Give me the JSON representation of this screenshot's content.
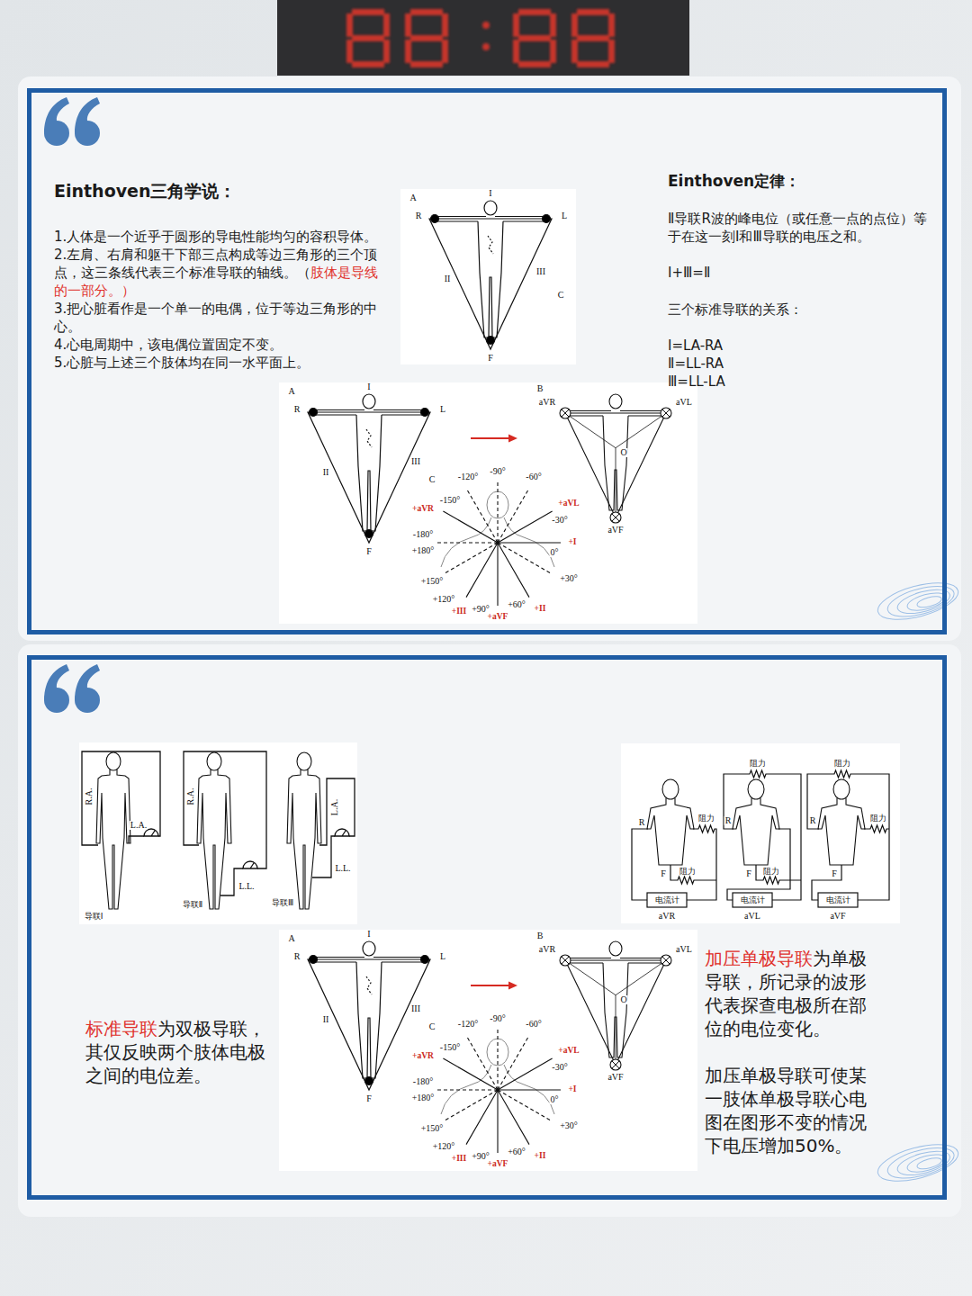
{
  "diagram": {
    "nodes": [
      {
        "text": [
          "Einthoven三角学说：",
          "1.人体是一个近乎于圆形的导电性能均匀的容积导体。",
          "2.左肩、右肩和躯干下部三点构成等边三角形的三个顶点，这三条线代表三个标准导联的轴线。（",
          "肢体是导线的一部分。）",
          "3.把心脏看作是一个单一的电偶，位于等边三角形的中心。",
          "4.心电周期中，该电偶位置固定不变。",
          "5.心脏与上述三个肢体均在同一水平面上。",
          "Einthoven定律：",
          "Ⅱ导联R波的峰电位（或任意一点的点位）等于在这一刻Ⅰ和Ⅲ导联的电压之和。",
          "Ⅰ+Ⅲ=Ⅱ",
          "三个标准导联的关系：",
          "Ⅰ=LA-RA",
          "Ⅱ=LL-RA",
          "Ⅲ=LL-LA"
        ]
      },
      {
        "text": [
          "标准导联",
          "为双极导联，其仅反映两个肢体电极之间的电位差。",
          "加压单极导联",
          "为单极导联，所记录的波形代表探查电极所在部位的电位变化。",
          "加压单极导联可使某一肢体单极导联心电图在图形不变的情况下电压增加50%。"
        ]
      }
    ],
    "labels": [
      "A",
      "I",
      "R",
      "L",
      "II",
      "III",
      "C",
      "F",
      "A",
      "I",
      "R",
      "L",
      "II",
      "III",
      "F",
      "B",
      "aVR",
      "aVL",
      "O",
      "aVF",
      "C",
      "-120°",
      "-90°",
      "-60°",
      "+aVR",
      "-150°",
      "+aVL",
      "-30°",
      "-180°",
      "+180°",
      "0°",
      "+I",
      "+150°",
      "+30°",
      "+120°",
      "+90°",
      "+60°",
      "+III",
      "+II",
      "+aVF",
      "R.A.",
      "L.A.",
      "导联Ⅰ",
      "R.A.",
      "L.L.",
      "导联Ⅱ",
      "L.A.",
      "L.L.",
      "导联Ⅲ",
      "阻力",
      "R",
      "阻力",
      "F",
      "电流计",
      "aVR",
      "阻力",
      "R",
      "阻力",
      "F",
      "电流计",
      "aVL",
      "阻力",
      "R",
      "阻力",
      "F",
      "电流计",
      "aVF",
      "A",
      "I",
      "R",
      "L",
      "II",
      "III",
      "F",
      "B",
      "aVR",
      "aVL",
      "O",
      "aVF",
      "C",
      "-120°",
      "-90°",
      "-60°",
      "+aVR",
      "-150°",
      "+aVL",
      "-30°",
      "-180°",
      "+180°",
      "0°",
      "+I",
      "+150°",
      "+30°",
      "+120°",
      "+90°",
      "+60°",
      "+III",
      "+II",
      "+aVF"
    ]
  }
}
